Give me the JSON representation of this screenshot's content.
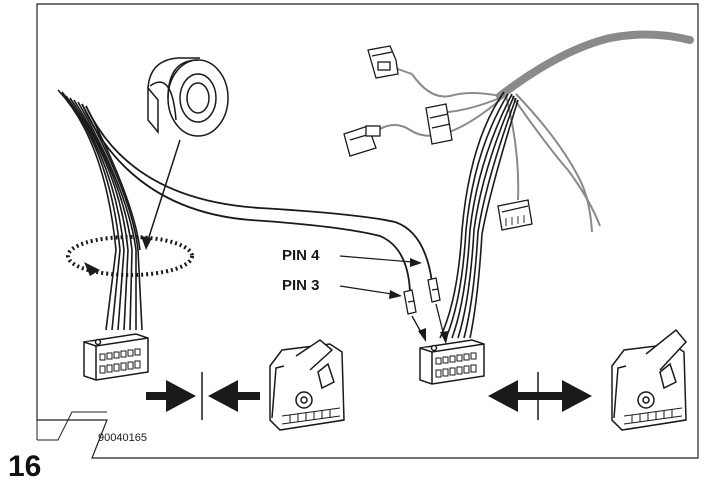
{
  "figure": {
    "step_number": "16",
    "reference_code": "90040165"
  },
  "labels": {
    "pin4": "PIN 4",
    "pin3": "PIN 3"
  },
  "icons": {
    "tape": "tape-roll-icon",
    "wrap": "wrap-rotation-icon",
    "connect": "connect-arrows-icon",
    "disconnect": "disconnect-arrows-icon"
  },
  "colors": {
    "line": "#1a1a1a",
    "harness_gray": "#8a8a8a",
    "frame": "#222222",
    "background": "#ffffff"
  }
}
